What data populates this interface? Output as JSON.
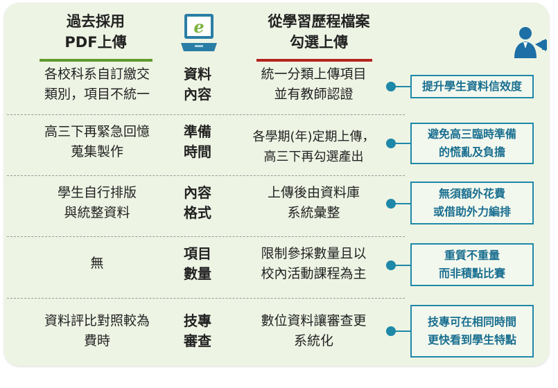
{
  "header": {
    "left_line1": "過去採用",
    "left_line2": "PDF上傳",
    "right_line1": "從學習歷程檔案",
    "right_line2": "勾選上傳",
    "laptop_letter": "e"
  },
  "rows": [
    {
      "old": [
        "各校科系自訂繳交",
        "類別，項目不統一"
      ],
      "label": [
        "資料",
        "內容"
      ],
      "new": [
        "統一分類上傳項目",
        "並有教師認證"
      ],
      "benefit": [
        "提升學生資料信效度"
      ]
    },
    {
      "old": [
        "高三下再緊急回憶",
        "蒐集製作"
      ],
      "label": [
        "準備",
        "時間"
      ],
      "new": [
        "各學期(年)定期上傳，",
        "高三下再勾選產出"
      ],
      "benefit": [
        "避免高三臨時準備",
        "的慌亂及負擔"
      ]
    },
    {
      "old": [
        "學生自行排版",
        "與統整資料"
      ],
      "label": [
        "內容",
        "格式"
      ],
      "new": [
        "上傳後由資料庫",
        "系統彙整"
      ],
      "benefit": [
        "無須額外花費",
        "或借助外力編排"
      ]
    },
    {
      "old": [
        "無"
      ],
      "label": [
        "項目",
        "數量"
      ],
      "new": [
        "限制參採數量且以",
        "校內活動課程為主"
      ],
      "benefit": [
        "重質不重量",
        "而非積點比賽"
      ]
    },
    {
      "old": [
        "資料評比對照較為",
        "費時"
      ],
      "label": [
        "技專",
        "審查"
      ],
      "new": [
        "數位資料讓審查更",
        "系統化"
      ],
      "benefit": [
        "技專可在相同時間",
        "更快看到學生特點"
      ]
    }
  ],
  "colors": {
    "accent_teal": "#1e88a8",
    "green_bar": "#5f9a2c",
    "red_bar": "#b4231f",
    "panel_bg": "#eef4e4"
  },
  "icons": {
    "laptop": "laptop-e-icon",
    "person": "presenter-icon"
  }
}
